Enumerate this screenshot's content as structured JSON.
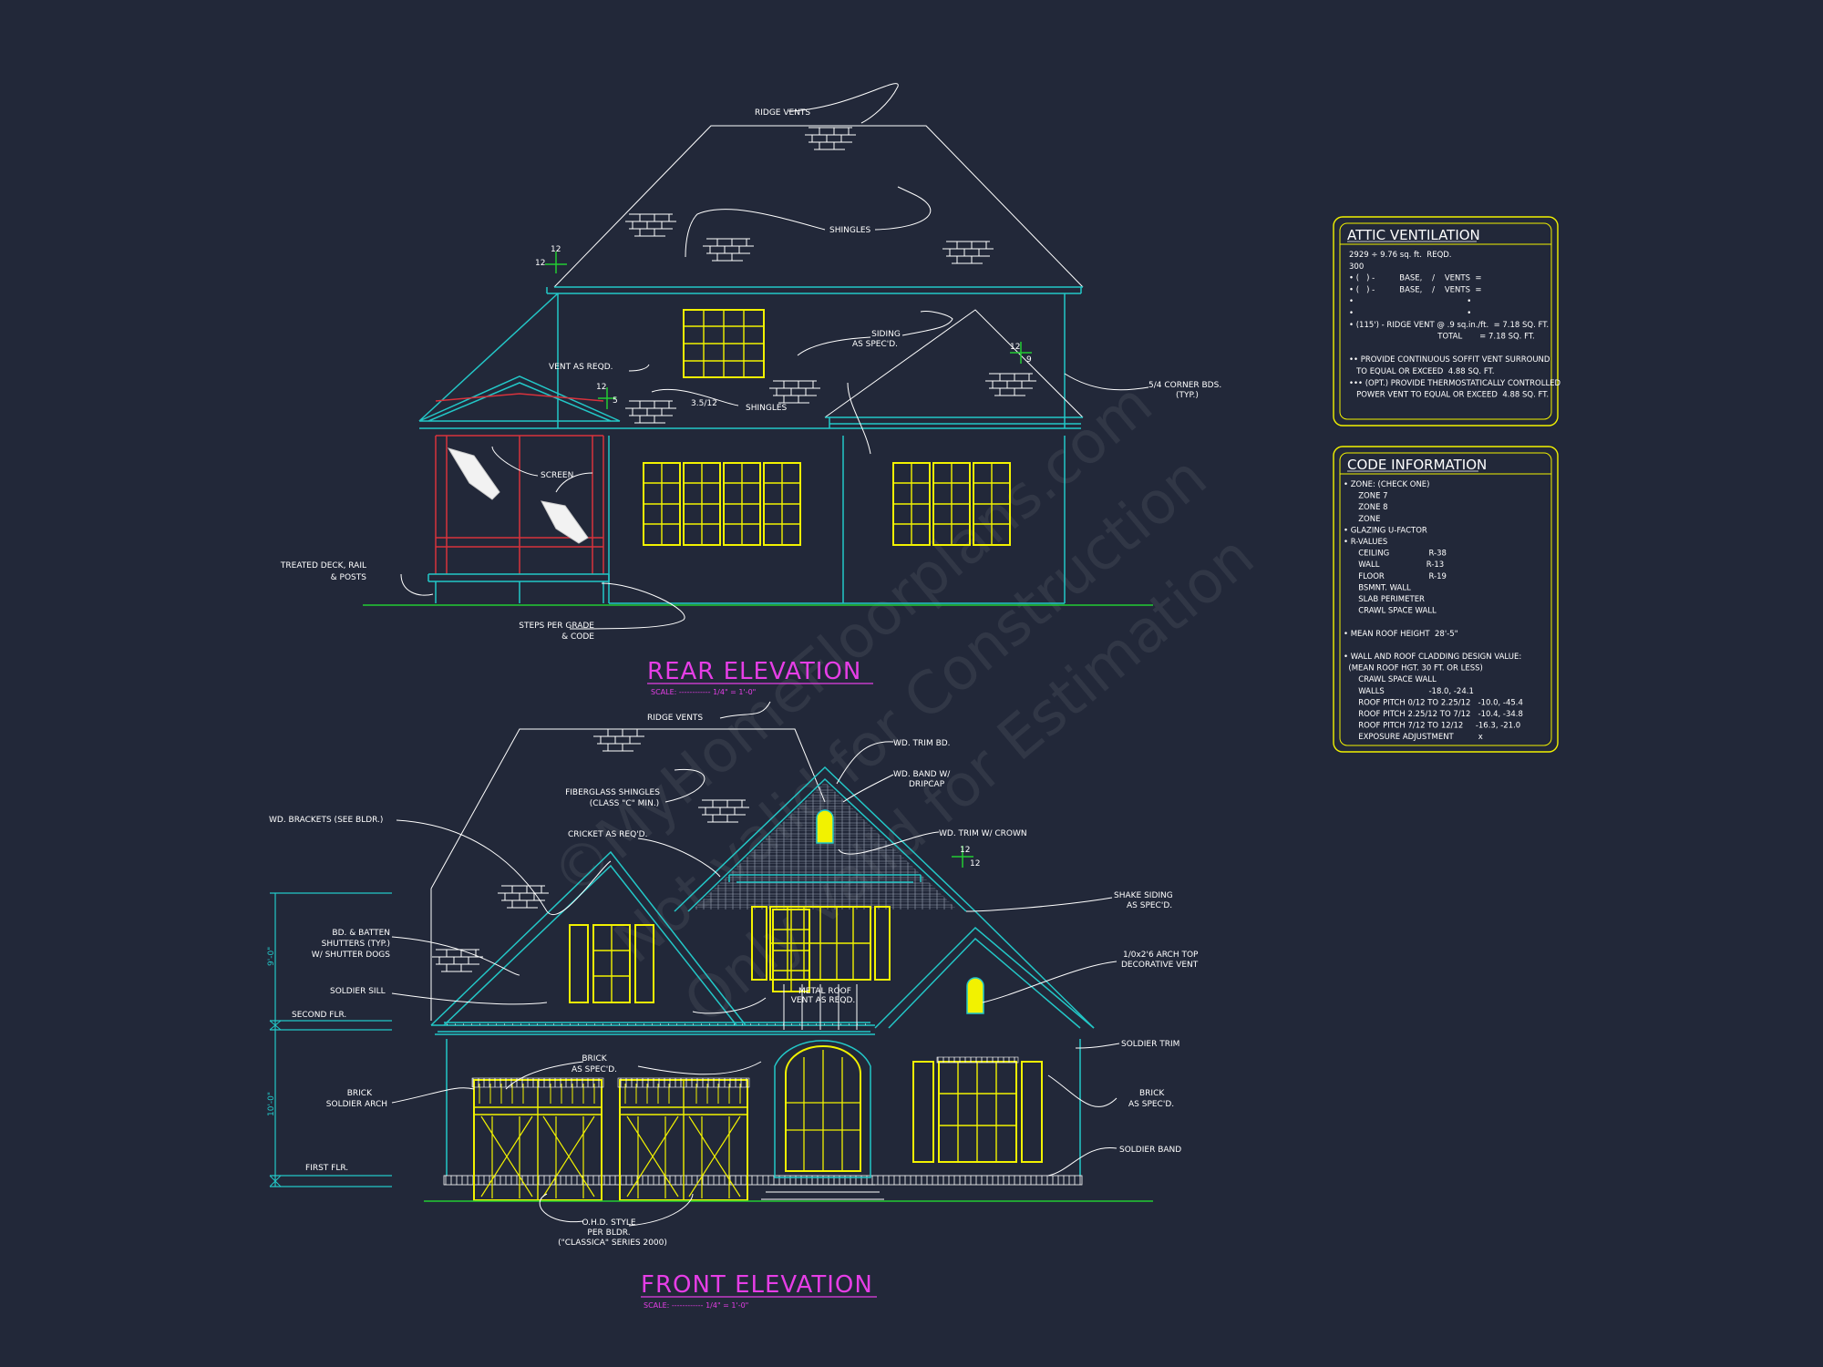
{
  "watermark": {
    "line1": "©MyHomeFloorplans.com",
    "line2": "Not valid for Construction",
    "line3": "Only valid for Estimation"
  },
  "rear_elevation": {
    "title": "REAR ELEVATION",
    "scale": "SCALE: ------------ 1/4\" = 1'-0\"",
    "labels": {
      "ridge_vents": "RIDGE VENTS",
      "shingles_upper": "SHINGLES",
      "siding_1": "SIDING",
      "siding_2": "AS SPEC'D.",
      "vent_as_reqd": "VENT AS REQD.",
      "shingles_lower": "SHINGLES",
      "corner_bds_1": "5/4 CORNER BDS.",
      "corner_bds_2": "(TYP.)",
      "screen": "SCREEN",
      "deck_1": "TREATED DECK, RAIL",
      "deck_2": "& POSTS",
      "steps_1": "STEPS PER GRADE",
      "steps_2": "& CODE",
      "pitch_12a": "12",
      "pitch_12b": "12",
      "pitch_12c": "12",
      "pitch_12d": "12",
      "pitch_9": "9",
      "pitch_5": "5",
      "pitch_35": "3.5/12"
    }
  },
  "front_elevation": {
    "title": "FRONT ELEVATION",
    "scale": "SCALE: ------------ 1/4\" = 1'-0\"",
    "labels": {
      "ridge_vents": "RIDGE VENTS",
      "wd_trim_bd": "WD. TRIM BD.",
      "wd_band_1": "WD. BAND W/",
      "wd_band_2": "DRIPCAP",
      "fiberglass_1": "FIBERGLASS SHINGLES",
      "fiberglass_2": "(CLASS \"C\" MIN.)",
      "wd_brackets": "WD. BRACKETS (SEE BLDR.)",
      "cricket": "CRICKET AS REQ'D.",
      "wd_trim_crown": "WD. TRIM W/ CROWN",
      "shake_1": "SHAKE SIDING",
      "shake_2": "AS SPEC'D.",
      "bd_batten_1": "BD. & BATTEN",
      "bd_batten_2": "SHUTTERS (TYP.)",
      "bd_batten_3": "W/ SHUTTER DOGS",
      "arch_vent_1": "1/0x2'6 ARCH TOP",
      "arch_vent_2": "DECORATIVE VENT",
      "soldier_sill": "SOLDIER SILL",
      "metal_roof_1": "METAL ROOF",
      "metal_roof_2": "VENT AS REQD.",
      "second_flr": "SECOND FLR.",
      "soldier_trim": "SOLDIER TRIM",
      "brick_spec_1": "BRICK",
      "brick_spec_2": "AS SPEC'D.",
      "brick_arch_1": "BRICK",
      "brick_arch_2": "SOLDIER ARCH",
      "brick_right_1": "BRICK",
      "brick_right_2": "AS SPEC'D.",
      "soldier_band": "SOLDIER BAND",
      "first_flr": "FIRST FLR.",
      "ohd_1": "O.H.D. STYLE",
      "ohd_2": "PER BLDR.",
      "ohd_3": "(\"CLASSICA\" SERIES 2000)",
      "dim_upper": "9'-0\"",
      "dim_lower": "10'-0\"",
      "pitch_a": "12",
      "pitch_b": "12"
    }
  },
  "attic_ventilation": {
    "title": "ATTIC VENTILATION",
    "lines": [
      "2929 ÷ 9.76 sq. ft.  REQD.",
      "300",
      "• (   ) -          BASE,    /    VENTS  =",
      "• (   ) -          BASE,    /    VENTS  =",
      "•                                              •",
      "•                                              •",
      "• (115') - RIDGE VENT @ .9 sq.in./ft.  = 7.18 SQ. FT.",
      "                                    TOTAL       = 7.18 SQ. FT.",
      "",
      "•• PROVIDE CONTINUOUS SOFFIT VENT SURROUND",
      "   TO EQUAL OR EXCEED  4.88 SQ. FT.",
      "••• (OPT.) PROVIDE THERMOSTATICALLY CONTROLLED",
      "   POWER VENT TO EQUAL OR EXCEED  4.88 SQ. FT."
    ]
  },
  "code_information": {
    "title": "CODE INFORMATION",
    "lines": [
      "• ZONE: (CHECK ONE)",
      "      ZONE 7",
      "      ZONE 8",
      "      ZONE",
      "• GLAZING U-FACTOR",
      "• R-VALUES",
      "      CEILING                R-38",
      "      WALL                   R-13",
      "      FLOOR                  R-19",
      "      BSMNT. WALL",
      "      SLAB PERIMETER",
      "      CRAWL SPACE WALL",
      "",
      "• MEAN ROOF HEIGHT  28'-5\"",
      "",
      "• WALL AND ROOF CLADDING DESIGN VALUE:",
      "  (MEAN ROOF HGT. 30 FT. OR LESS)",
      "      CRAWL SPACE WALL",
      "      WALLS                  -18.0, -24.1",
      "      ROOF PITCH 0/12 TO 2.25/12   -10.0, -45.4",
      "      ROOF PITCH 2.25/12 TO 7/12   -10.4, -34.8",
      "      ROOF PITCH 7/12 TO 12/12     -16.3, -21.0",
      "      EXPOSURE ADJUSTMENT          x"
    ]
  },
  "colors": {
    "background": "#222839",
    "outline": "#23c7c7",
    "windows": "#f2f200",
    "titles": "#e63ee6",
    "grade": "#22cc33",
    "screen_frame": "#d8323c"
  }
}
